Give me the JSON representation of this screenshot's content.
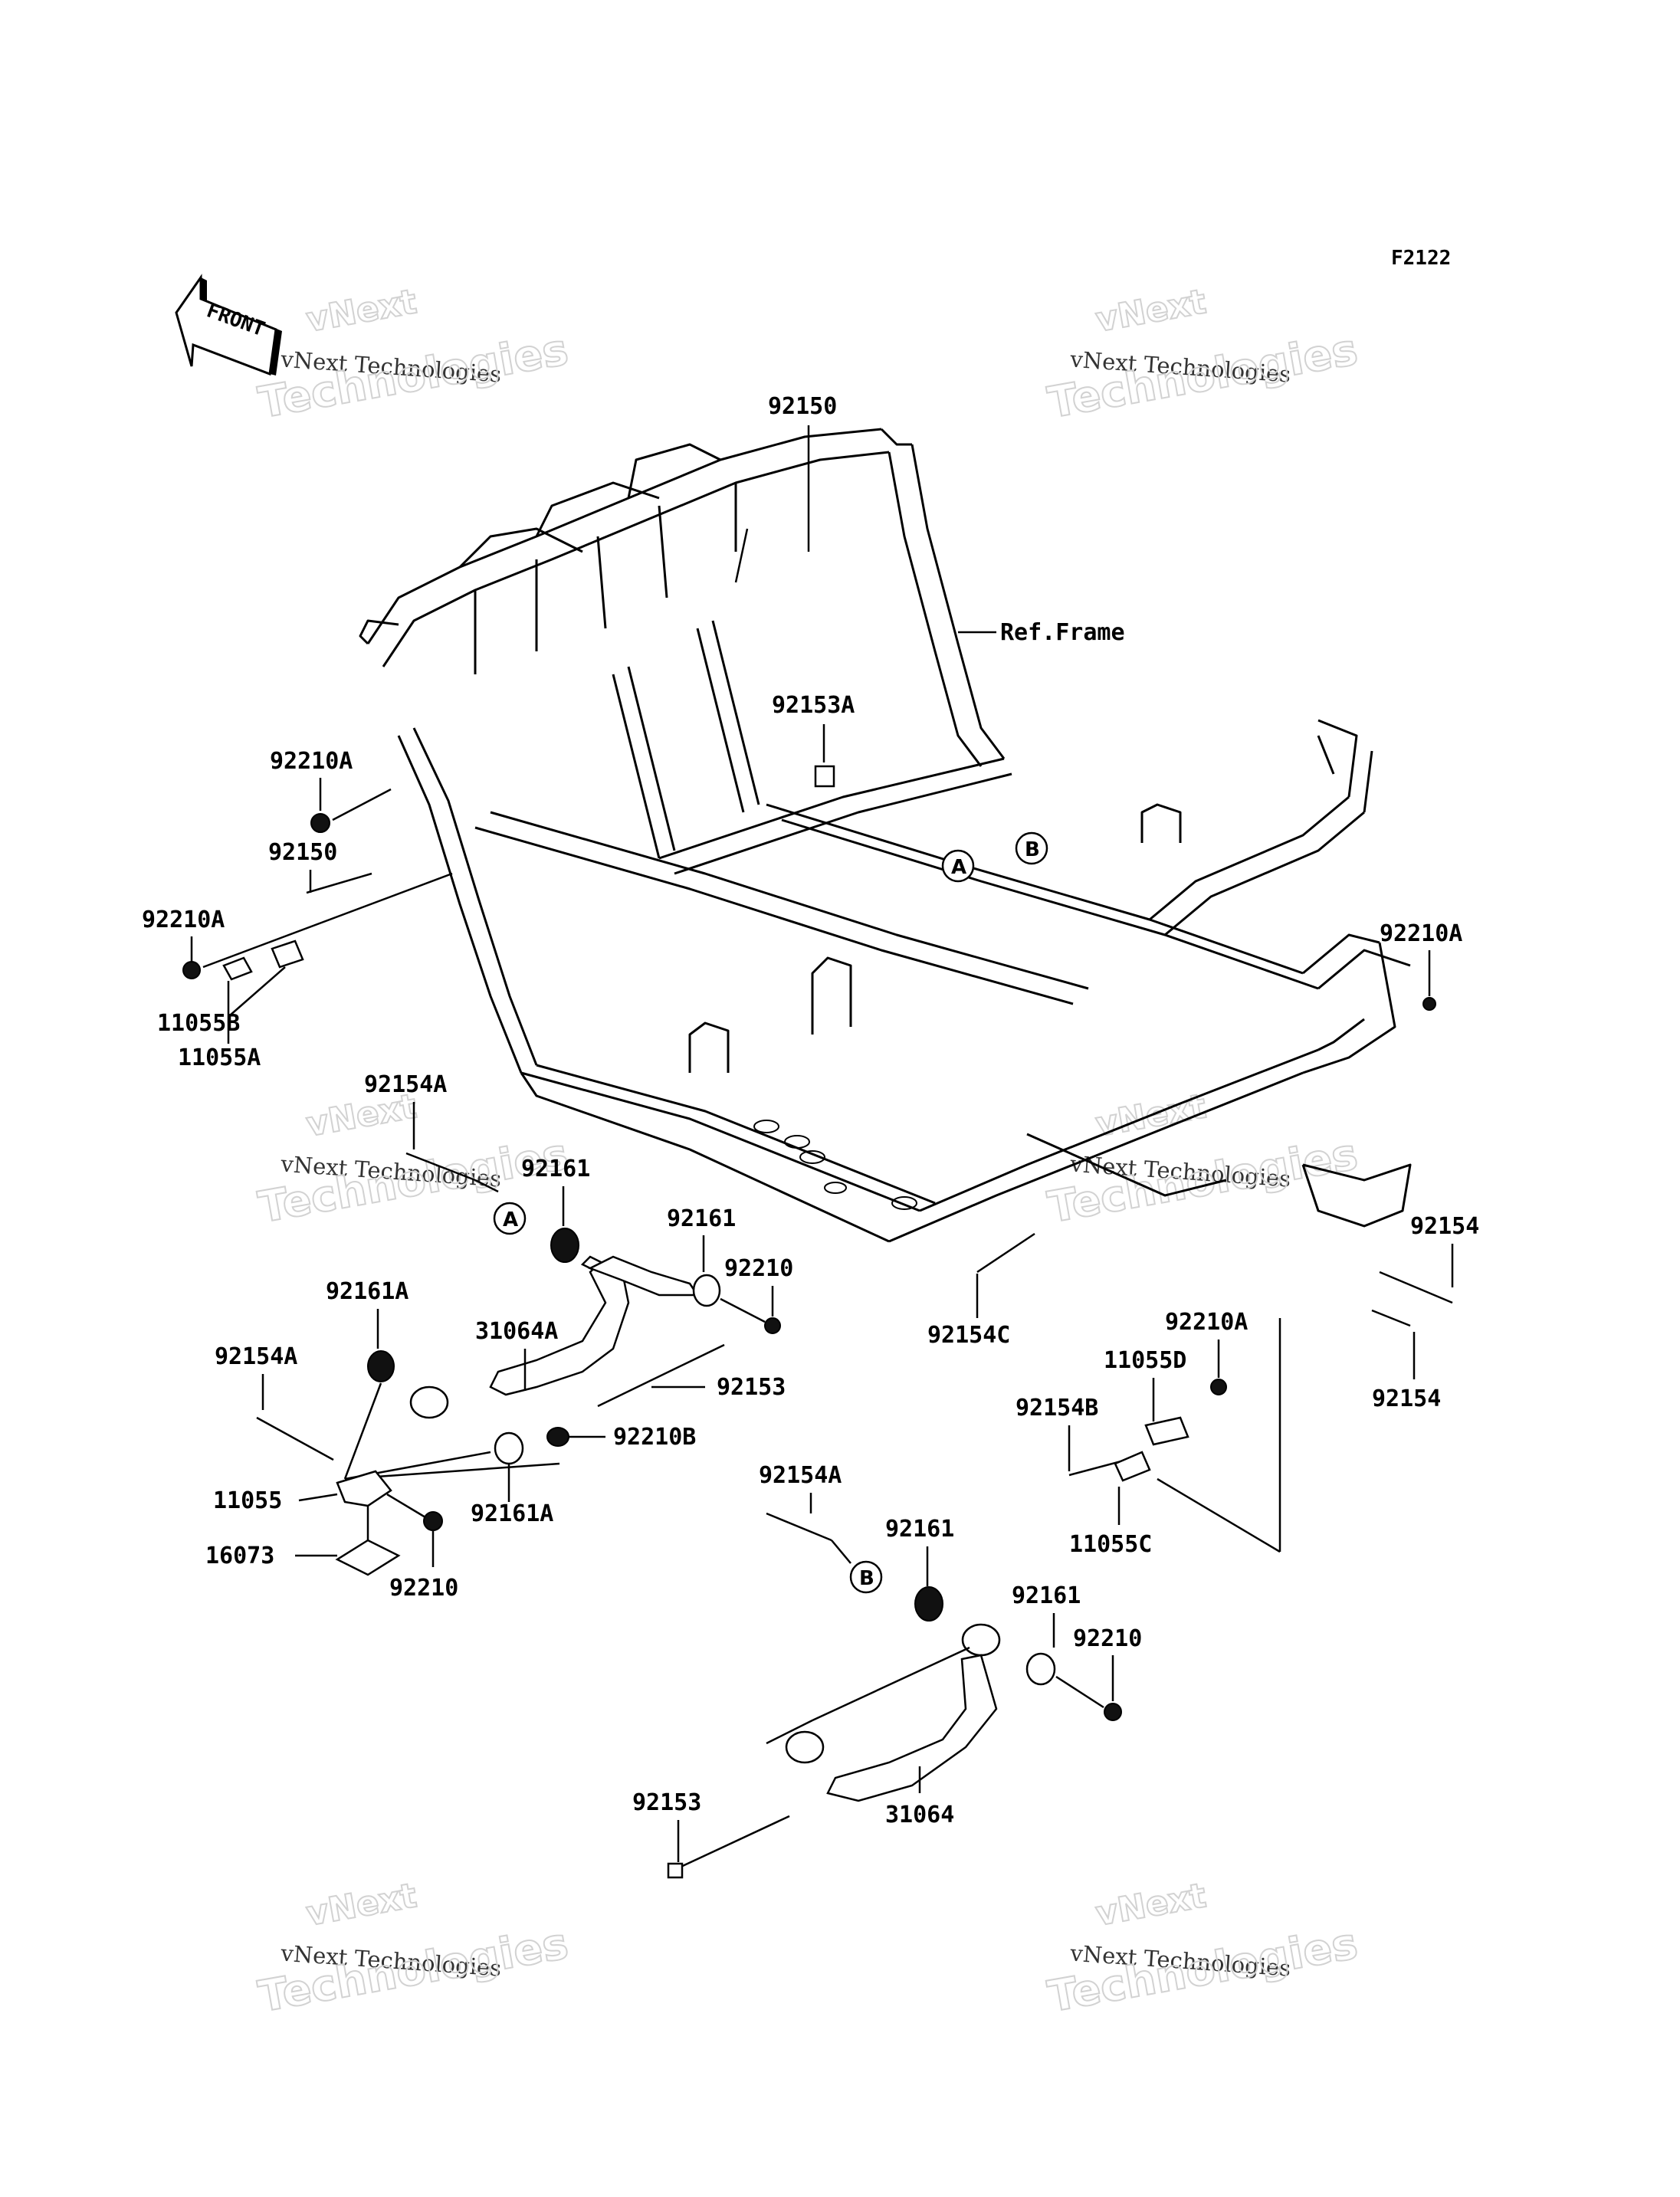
{
  "figure_code": "F2122",
  "front_label": "FRONT",
  "ref_frame_label": "Ref.Frame",
  "watermarks": [
    {
      "line1": "vNext",
      "line2": "vNext Technologies",
      "line3": "Technologies"
    },
    {
      "line1": "vNext",
      "line2": "vNext Technologies",
      "line3": "Technologies"
    },
    {
      "line1": "vNext",
      "line2": "vNext Technologies",
      "line3": "Technologies"
    },
    {
      "line1": "vNext",
      "line2": "vNext Technologies",
      "line3": "Technologies"
    },
    {
      "line1": "vNext",
      "line2": "vNext Technologies",
      "line3": "Technologies"
    },
    {
      "line1": "vNext",
      "line2": "vNext Technologies",
      "line3": "Technologies"
    }
  ],
  "callouts": {
    "a": "A",
    "b": "B"
  },
  "parts": {
    "p92150_top": "92150",
    "p92153A": "92153A",
    "p92210A_1": "92210A",
    "p92150_left": "92150",
    "p92210A_2": "92210A",
    "p11055B": "11055B",
    "p11055A": "11055A",
    "p92210A_right": "92210A",
    "p92154A_1": "92154A",
    "p92161_1": "92161",
    "p92161_2": "92161",
    "p92210_1": "92210",
    "p92161A_1": "92161A",
    "p31064A": "31064A",
    "p92154A_2": "92154A",
    "p92153_1": "92153",
    "p92210B": "92210B",
    "p92161A_2": "92161A",
    "p11055": "11055",
    "p16073": "16073",
    "p92210_2": "92210",
    "p92154C": "92154C",
    "p92154_1": "92154",
    "p92210A_4": "92210A",
    "p11055D": "11055D",
    "p92154B": "92154B",
    "p92154_2": "92154",
    "p11055C": "11055C",
    "p92154A_3": "92154A",
    "p92161_3": "92161",
    "p92161_4": "92161",
    "p92210_3": "92210",
    "p92153_2": "92153",
    "p31064": "31064"
  }
}
